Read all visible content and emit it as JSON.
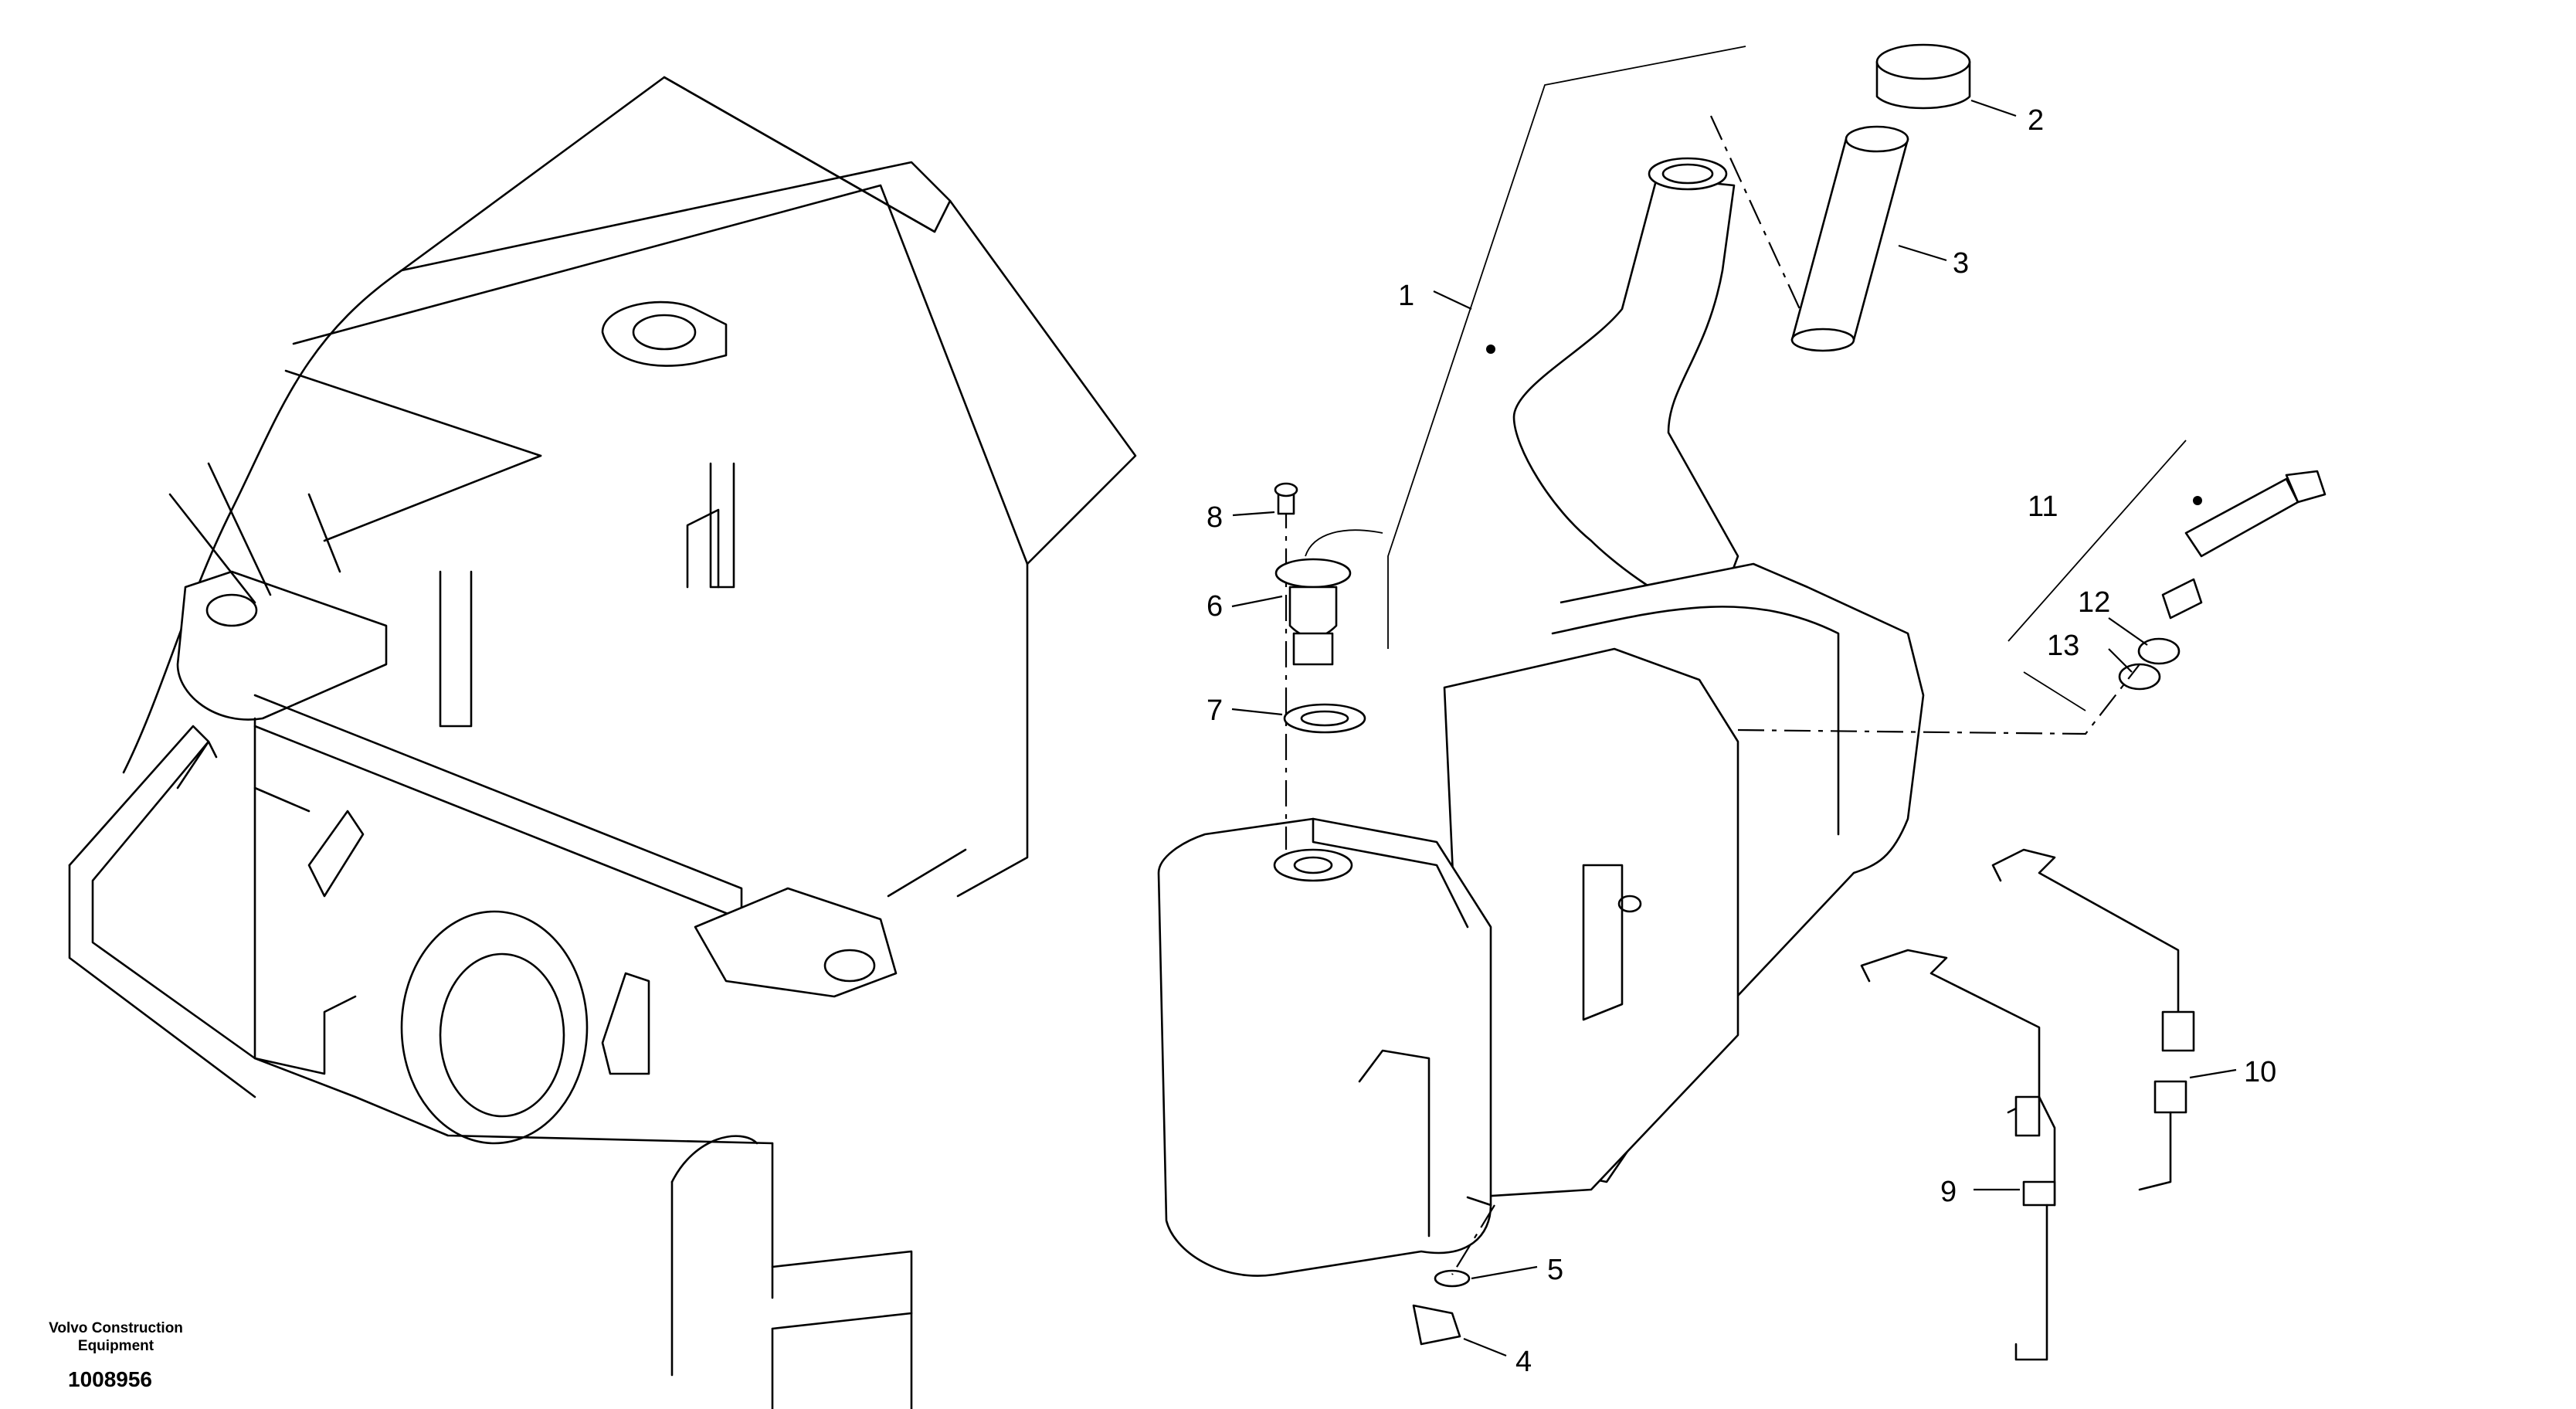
{
  "footer": {
    "company_line1": "Volvo Construction",
    "company_line2": "Equipment",
    "figure_id": "1008956"
  },
  "callouts": [
    {
      "id": "1",
      "label": "1"
    },
    {
      "id": "2",
      "label": "2"
    },
    {
      "id": "3",
      "label": "3"
    },
    {
      "id": "4",
      "label": "4"
    },
    {
      "id": "5",
      "label": "5"
    },
    {
      "id": "6",
      "label": "6"
    },
    {
      "id": "7",
      "label": "7"
    },
    {
      "id": "8",
      "label": "8"
    },
    {
      "id": "9",
      "label": "9"
    },
    {
      "id": "10",
      "label": "10"
    },
    {
      "id": "11",
      "label": "11"
    },
    {
      "id": "12",
      "label": "12"
    },
    {
      "id": "13",
      "label": "13"
    }
  ]
}
